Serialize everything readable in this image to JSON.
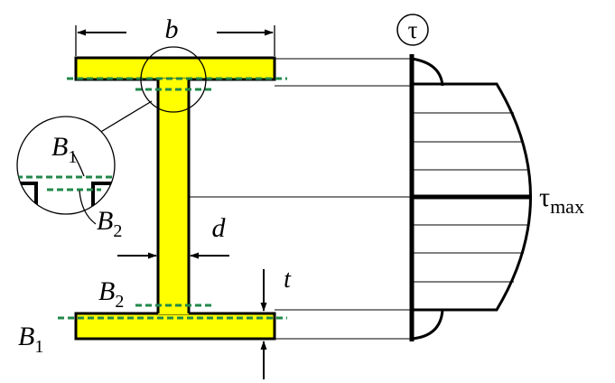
{
  "labels": {
    "b": "b",
    "d": "d",
    "t": "t",
    "tau": "τ",
    "tau_max_base": "τ",
    "tau_max_sub": "max",
    "b1_main": "B",
    "b1_main_sub": "1",
    "b2_main": "B",
    "b2_main_sub": "2",
    "b1_inset": "B",
    "b1_inset_sub": "1",
    "b2_inset": "B",
    "b2_inset_sub": "2"
  },
  "colors": {
    "section_fill": "#ffff00",
    "outline": "#000000",
    "section_line": "#22884a",
    "background": "#ffffff"
  }
}
